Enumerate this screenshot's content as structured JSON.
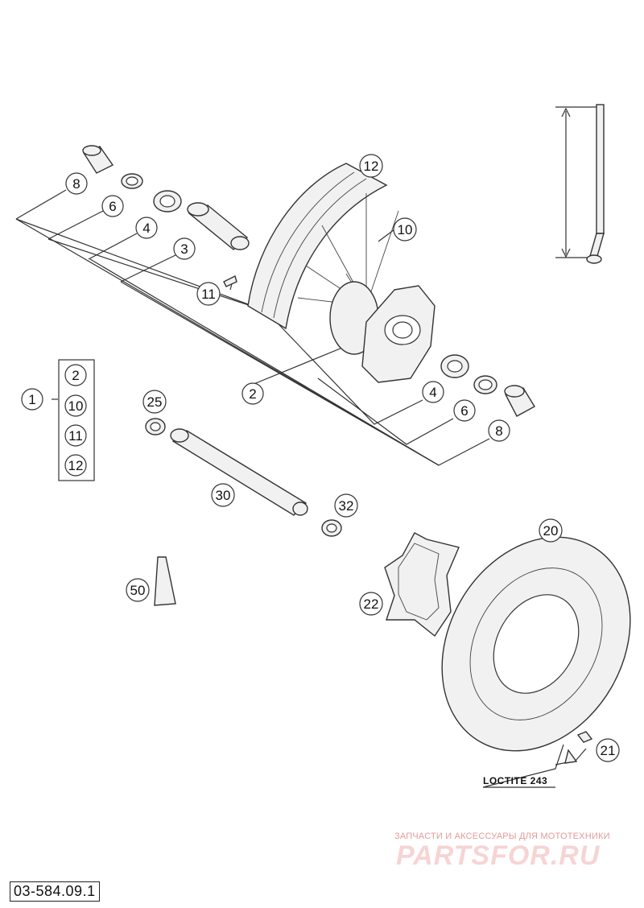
{
  "diagram": {
    "reference_code": "03-584.09.1",
    "note_label": "LOCTITE 243",
    "kit_group": {
      "number": "1",
      "members": [
        "2",
        "10",
        "11",
        "12"
      ]
    },
    "callouts": [
      {
        "id": "c8a",
        "text": "8"
      },
      {
        "id": "c6a",
        "text": "6"
      },
      {
        "id": "c4a",
        "text": "4"
      },
      {
        "id": "c3",
        "text": "3"
      },
      {
        "id": "c11",
        "text": "11"
      },
      {
        "id": "c12",
        "text": "12"
      },
      {
        "id": "c10",
        "text": "10"
      },
      {
        "id": "c2",
        "text": "2"
      },
      {
        "id": "c4b",
        "text": "4"
      },
      {
        "id": "c6b",
        "text": "6"
      },
      {
        "id": "c8b",
        "text": "8"
      },
      {
        "id": "c25",
        "text": "25"
      },
      {
        "id": "c30",
        "text": "30"
      },
      {
        "id": "c32",
        "text": "32"
      },
      {
        "id": "c50",
        "text": "50"
      },
      {
        "id": "c20",
        "text": "20"
      },
      {
        "id": "c22",
        "text": "22"
      },
      {
        "id": "c21",
        "text": "21"
      }
    ]
  },
  "watermark": {
    "subtitle": "ЗАПЧАСТИ И АКСЕССУАРЫ ДЛЯ МОТОТЕХНИКИ",
    "brand": "PARTSFOR.RU"
  }
}
